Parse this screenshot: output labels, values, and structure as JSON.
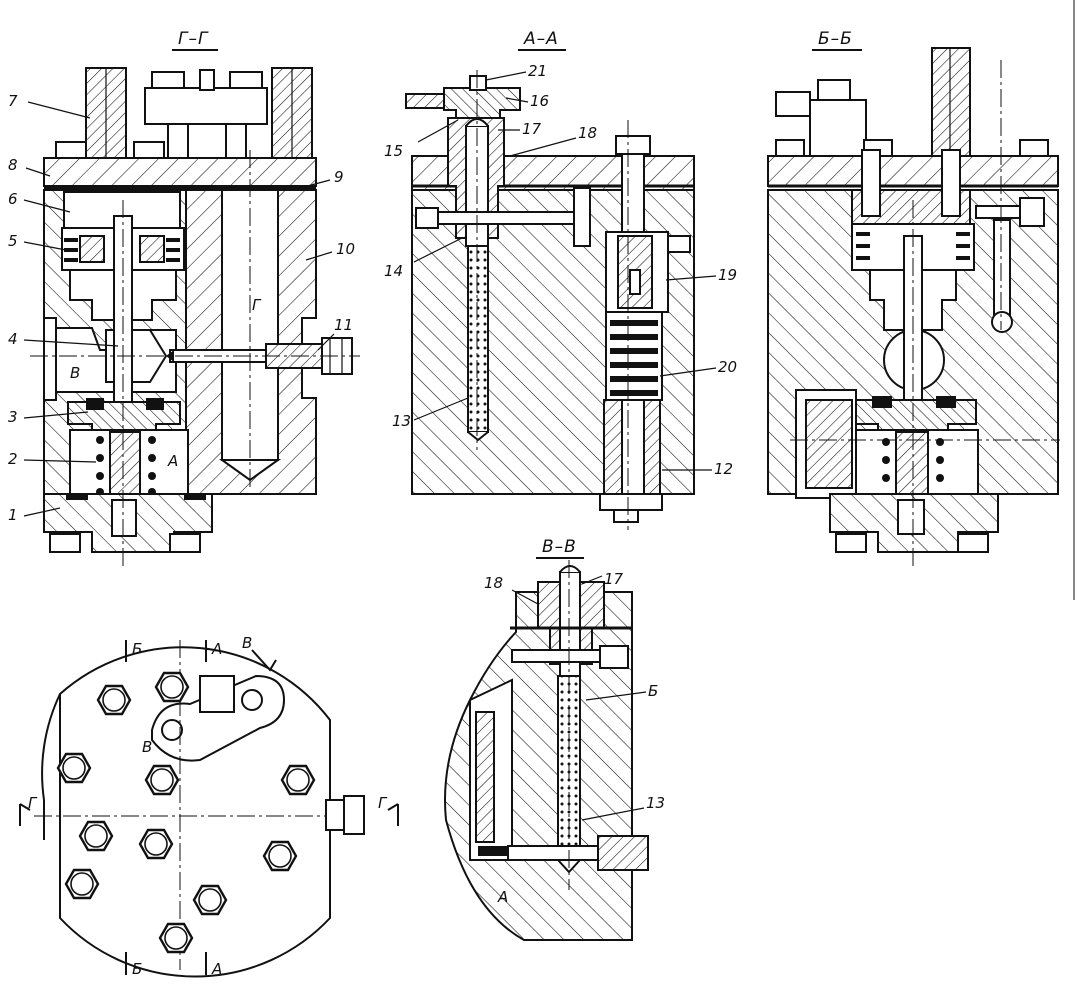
{
  "sections": {
    "g": {
      "title": "Г–Г"
    },
    "a": {
      "title": "А–А"
    },
    "b": {
      "title": "Б–Б"
    },
    "v": {
      "title": "В–В"
    }
  },
  "labels": {
    "g": [
      "7",
      "8",
      "9",
      "6",
      "5",
      "10",
      "4",
      "11",
      "В",
      "3",
      "2",
      "А",
      "1",
      "Г"
    ],
    "a": [
      "21",
      "16",
      "15",
      "17",
      "18",
      "14",
      "19",
      "20",
      "13",
      "12"
    ],
    "v": [
      "18",
      "17",
      "Б",
      "13",
      "А"
    ],
    "plan": [
      "Б",
      "А",
      "В",
      "В",
      "Г",
      "Г",
      "Б",
      "А"
    ]
  },
  "colors": {
    "ink": "#111111",
    "paper": "#ffffff"
  }
}
